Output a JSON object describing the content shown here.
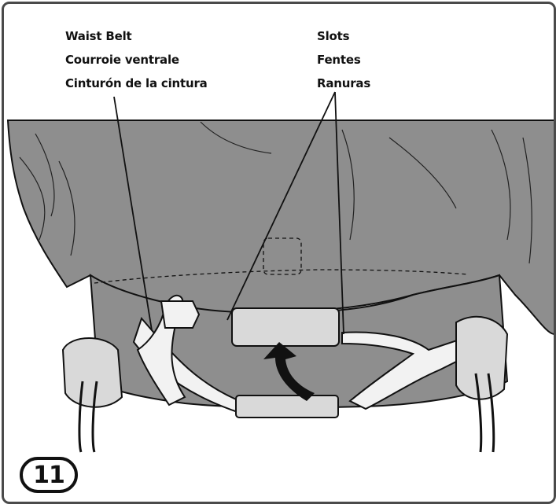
{
  "labels": {
    "waist_belt": [
      "Waist Belt",
      "Courroie ventrale",
      "Cinturón de la cintura"
    ],
    "slots": [
      "Slots",
      "Fentes",
      "Ranuras"
    ]
  },
  "step_number": "11",
  "colors": {
    "fabric": "#8e8e8e",
    "fabric_dark": "#6f6f6f",
    "strap": "#f2f2f2",
    "outline": "#111111",
    "frame": "#4a4a4a"
  }
}
